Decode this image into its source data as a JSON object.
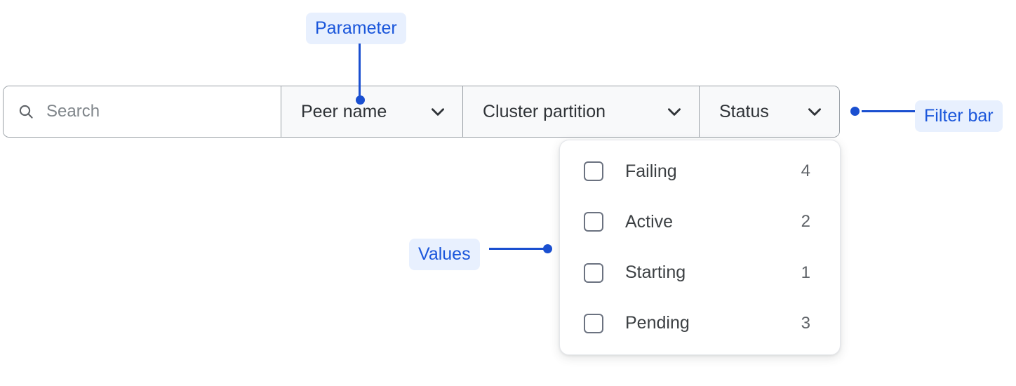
{
  "filter_bar": {
    "search": {
      "icon": "search-icon",
      "placeholder": "Search",
      "value": ""
    },
    "dropdowns": [
      {
        "label": "Peer name",
        "icon": "chevron-down-icon"
      },
      {
        "label": "Cluster partition",
        "icon": "chevron-down-icon"
      },
      {
        "label": "Status",
        "icon": "chevron-down-icon"
      }
    ]
  },
  "values_panel": {
    "open_for": "Status",
    "options": [
      {
        "label": "Failing",
        "count": "4",
        "checked": false
      },
      {
        "label": "Active",
        "count": "2",
        "checked": false
      },
      {
        "label": "Starting",
        "count": "1",
        "checked": false
      },
      {
        "label": "Pending",
        "count": "3",
        "checked": false
      }
    ]
  },
  "annotations": [
    {
      "id": "parameter",
      "label": "Parameter"
    },
    {
      "id": "filter_bar",
      "label": "Filter bar"
    },
    {
      "id": "values",
      "label": "Values"
    }
  ],
  "colors": {
    "annotation_text": "#1a56db",
    "annotation_bg": "#e8f0fe",
    "connector": "#1a4fd0",
    "bar_border": "#9aa0a6",
    "bar_bg": "#f8f9fa",
    "panel_bg": "#ffffff",
    "label_text": "#3c4043",
    "placeholder_text": "#80868b"
  }
}
